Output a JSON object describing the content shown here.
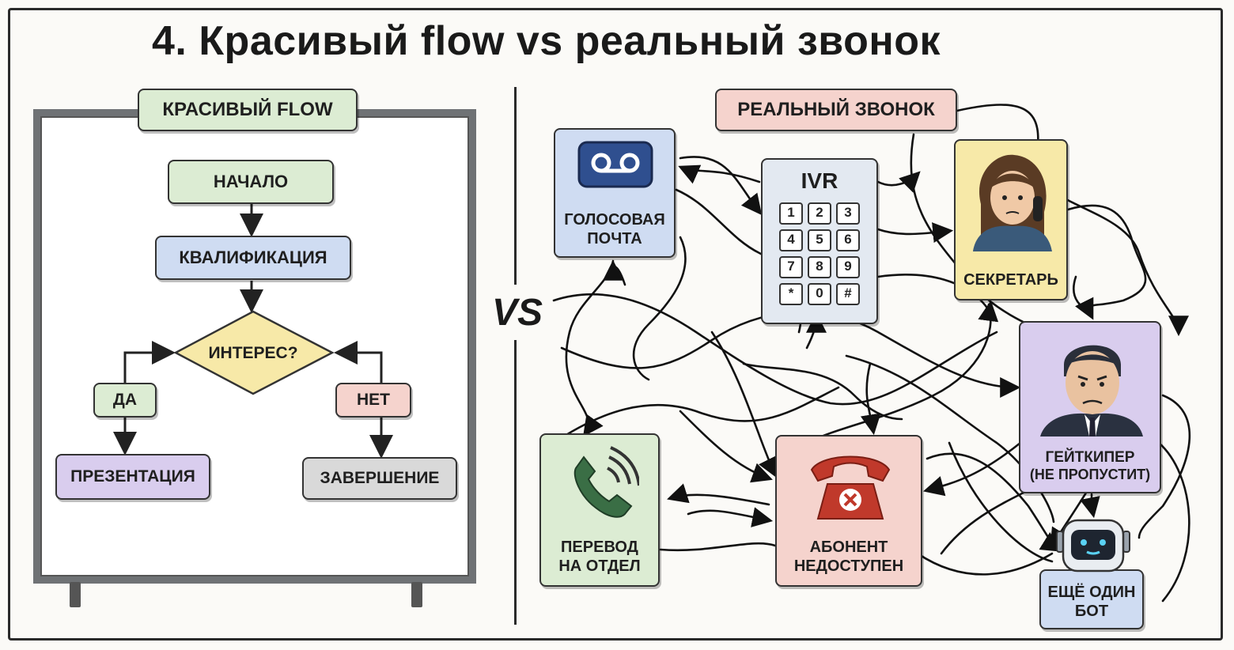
{
  "title": "4. Красивый flow vs реальный звонок",
  "vs": "VS",
  "left": {
    "header": "КРАСИВЫЙ FLOW",
    "start": "НАЧАЛО",
    "qualify": "КВАЛИФИКАЦИЯ",
    "interest": "ИНТЕРЕС?",
    "yes": "ДА",
    "no": "НЕТ",
    "presentation": "ПРЕЗЕНТАЦИЯ",
    "finish": "ЗАВЕРШЕНИЕ"
  },
  "right": {
    "header": "РЕАЛЬНЫЙ ЗВОНОК",
    "voicemail": "ГОЛОСОВАЯ ПОЧТА",
    "ivr": "IVR",
    "keys": [
      "1",
      "2",
      "3",
      "4",
      "5",
      "6",
      "7",
      "8",
      "9",
      "*",
      "0",
      "#"
    ],
    "secretary": "СЕКРЕТАРЬ",
    "gatekeeper_line1": "ГЕЙТКИПЕР",
    "gatekeeper_line2": "(НЕ ПРОПУСТИТ)",
    "transfer": "ПЕРЕВОД НА ОТДЕЛ",
    "unavailable": "АБОНЕНТ НЕДОСТУПЕН",
    "bot": "ЕЩЁ ОДИН БОТ"
  },
  "colors": {
    "green": "#dcecd3",
    "blue": "#cfdcf2",
    "yellow": "#f7e9a8",
    "purple": "#d9cdee",
    "red": "#f5d3cd",
    "gray": "#d9d9d9",
    "steel": "#e6ebf2",
    "pale_blue": "#e3e9f1"
  }
}
